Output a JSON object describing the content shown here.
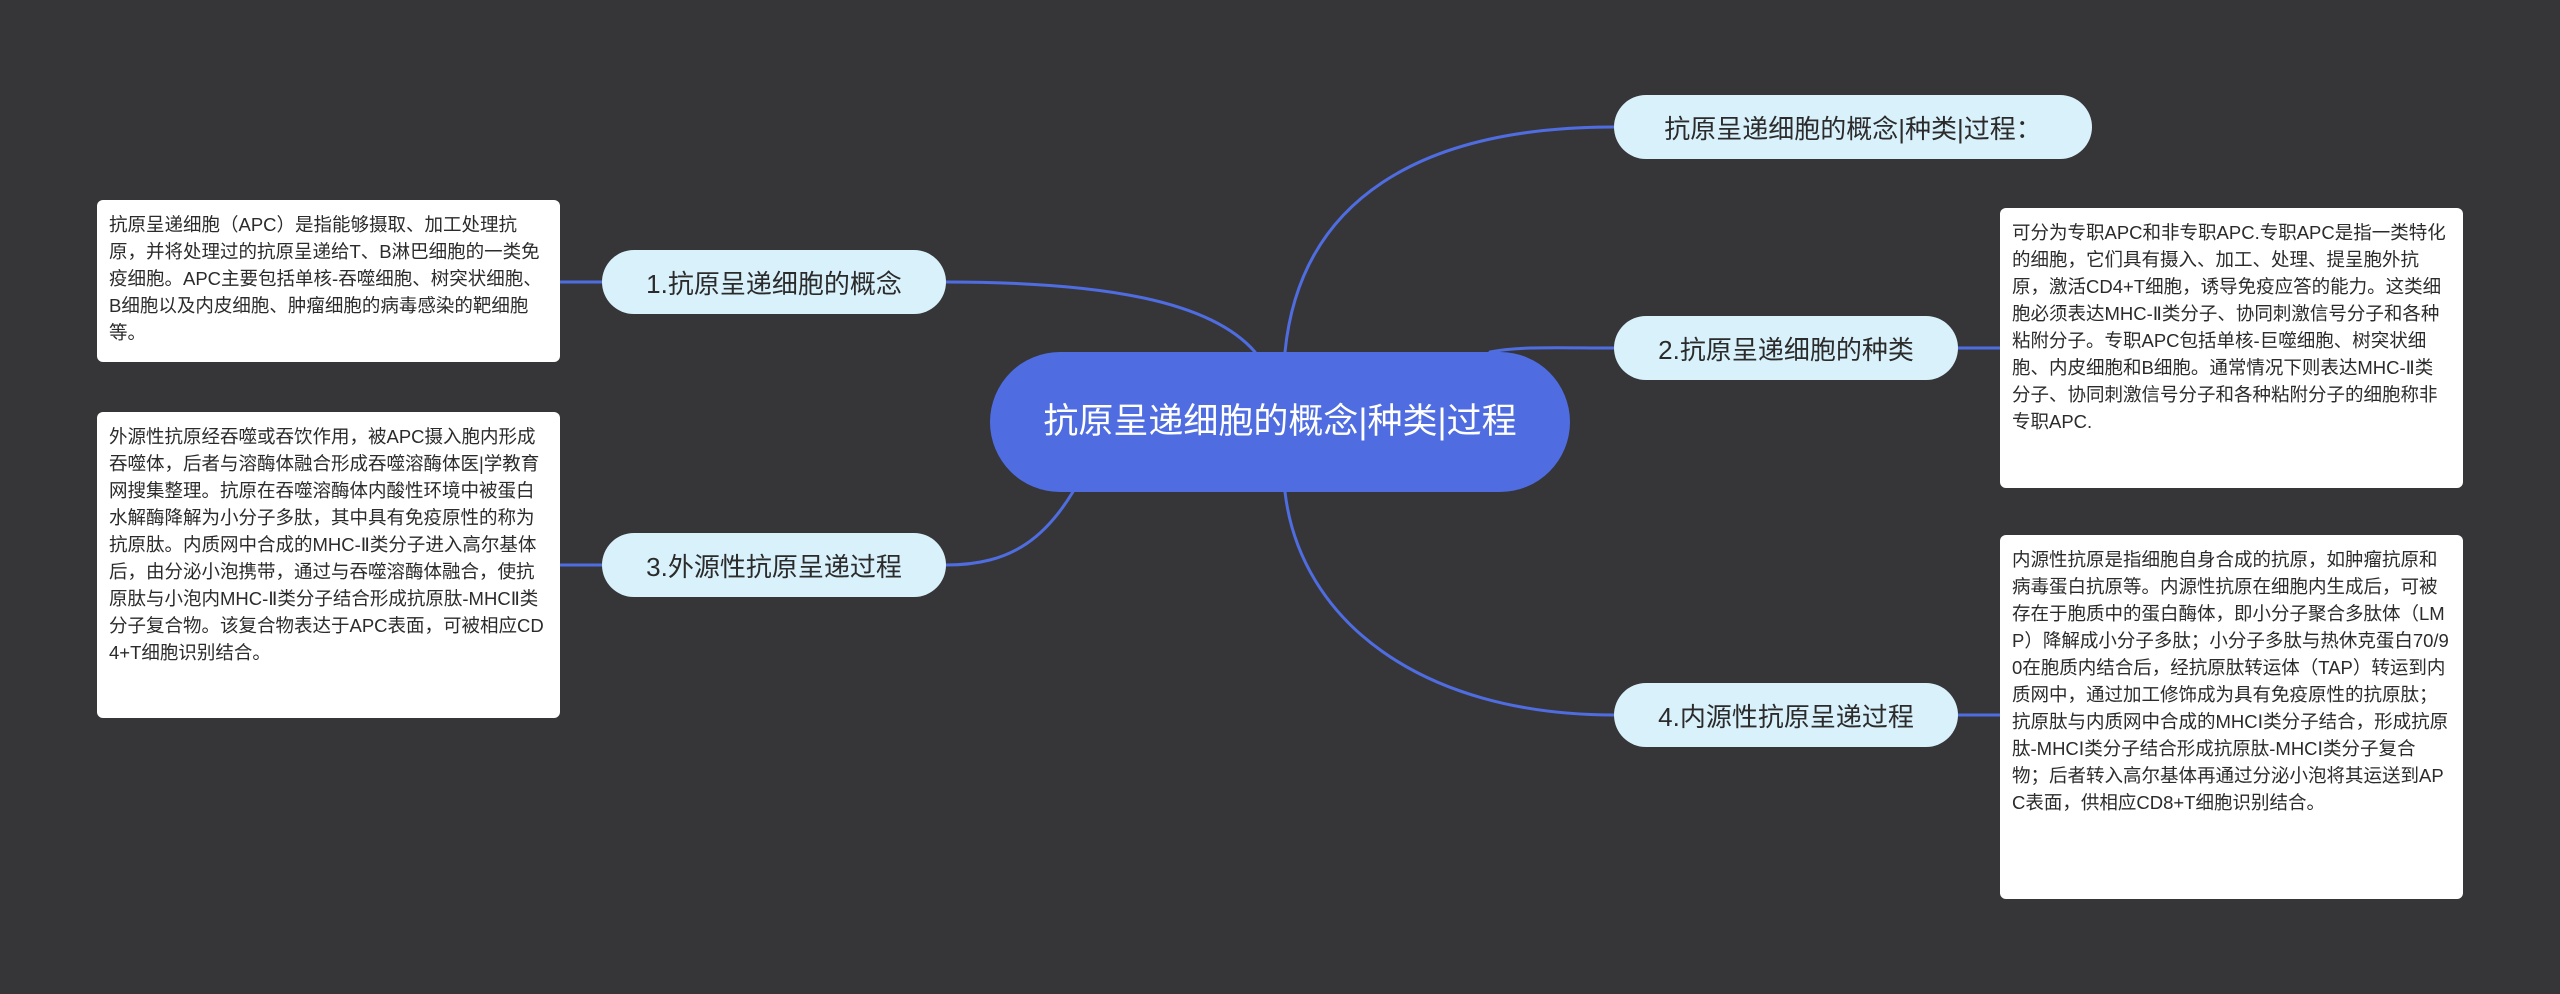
{
  "root": {
    "title": "抗原呈递细胞的概念|种类|过程"
  },
  "topics": {
    "t0": {
      "label": "抗原呈递细胞的概念|种类|过程："
    },
    "t1": {
      "label": "1.抗原呈递细胞的概念"
    },
    "t2": {
      "label": "2.抗原呈递细胞的种类"
    },
    "t3": {
      "label": "3.外源性抗原呈递过程"
    },
    "t4": {
      "label": "4.内源性抗原呈递过程"
    }
  },
  "notes": {
    "n1": "抗原呈递细胞（APC）是指能够摄取、加工处理抗原，并将处理过的抗原呈递给T、B淋巴细胞的一类免疫细胞。APC主要包括单核-吞噬细胞、树突状细胞、B细胞以及内皮细胞、肿瘤细胞的病毒感染的靶细胞等。",
    "n2": "可分为专职APC和非专职APC.专职APC是指一类特化的细胞，它们具有摄入、加工、处理、提呈胞外抗原，激活CD4+T细胞，诱导免疫应答的能力。这类细胞必须表达MHC-Ⅱ类分子、协同刺激信号分子和各种粘附分子。专职APC包括单核-巨噬细胞、树突状细胞、内皮细胞和B细胞。通常情况下则表达MHC-Ⅱ类分子、协同刺激信号分子和各种粘附分子的细胞称非专职APC.",
    "n3": "外源性抗原经吞噬或吞饮作用，被APC摄入胞内形成吞噬体，后者与溶酶体融合形成吞噬溶酶体医|学教育网搜集整理。抗原在吞噬溶酶体内酸性环境中被蛋白水解酶降解为小分子多肽，其中具有免疫原性的称为抗原肽。内质网中合成的MHC-Ⅱ类分子进入高尔基体后，由分泌小泡携带，通过与吞噬溶酶体融合，使抗原肽与小泡内MHC-Ⅱ类分子结合形成抗原肽-MHCⅡ类分子复合物。该复合物表达于APC表面，可被相应CD4+T细胞识别结合。",
    "n4": "内源性抗原是指细胞自身合成的抗原，如肿瘤抗原和病毒蛋白抗原等。内源性抗原在细胞内生成后，可被存在于胞质中的蛋白酶体，即小分子聚合多肽体（LMP）降解成小分子多肽；小分子多肽与热休克蛋白70/90在胞质内结合后，经抗原肽转运体（TAP）转运到内质网中，通过加工修饰成为具有免疫原性的抗原肽；抗原肽与内质网中合成的MHCⅠ类分子结合，形成抗原肽-MHCⅠ类分子结合形成抗原肽-MHCⅠ类分子复合物；后者转入高尔基体再通过分泌小泡将其运送到APC表面，供相应CD8+T细胞识别结合。"
  },
  "colors": {
    "background": "#363639",
    "root_fill": "#4f6de0",
    "topic_fill": "#d9f1fb",
    "note_fill": "#ffffff",
    "connector": "#4f6de0"
  }
}
